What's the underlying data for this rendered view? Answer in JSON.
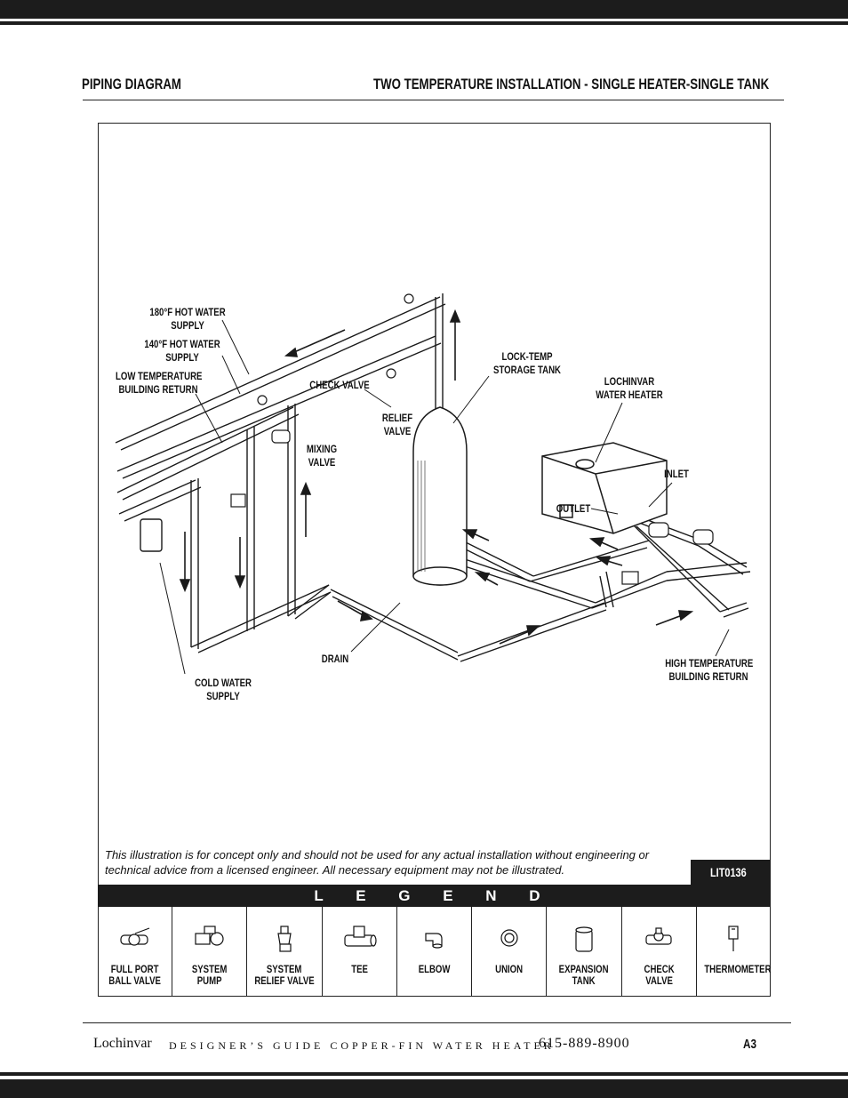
{
  "header": {
    "left_title": "PIPING DIAGRAM",
    "right_title": "TWO TEMPERATURE INSTALLATION - SINGLE HEATER-SINGLE TANK"
  },
  "diagram_labels": {
    "hot180": "180°F HOT WATER\nSUPPLY",
    "hot140": "140°F HOT WATER\nSUPPLY",
    "low_return": "LOW TEMPERATURE\nBUILDING RETURN",
    "check_valve": "CHECK VALVE",
    "mixing_valve": "MIXING\nVALVE",
    "relief_valve": "RELIEF\nVALVE",
    "storage_tank": "LOCK-TEMP\nSTORAGE TANK",
    "water_heater": "LOCHINVAR\nWATER HEATER",
    "inlet": "INLET",
    "outlet": "OUTLET",
    "drain": "DRAIN",
    "cold_supply": "COLD WATER\nSUPPLY",
    "high_return": "HIGH TEMPERATURE\nBUILDING RETURN"
  },
  "disclaimer": "This illustration is for concept only and should not be used for any actual installation without engineering or technical advice from a licensed engineer. All necessary equipment may not be illustrated.",
  "lit_code": "LIT0136",
  "legend": {
    "title": "L E G E N D",
    "items": [
      {
        "label": "FULL PORT\nBALL VALVE",
        "icon": "ball-valve-icon"
      },
      {
        "label": "SYSTEM\nPUMP",
        "icon": "pump-icon"
      },
      {
        "label": "SYSTEM\nRELIEF VALVE",
        "icon": "relief-valve-icon"
      },
      {
        "label": "TEE",
        "icon": "tee-icon"
      },
      {
        "label": "ELBOW",
        "icon": "elbow-icon"
      },
      {
        "label": "UNION",
        "icon": "union-icon"
      },
      {
        "label": "EXPANSION\nTANK",
        "icon": "expansion-tank-icon"
      },
      {
        "label": "CHECK\nVALVE",
        "icon": "check-valve-icon"
      },
      {
        "label": "THERMOMETER",
        "icon": "thermometer-icon"
      }
    ]
  },
  "footer": {
    "brand": "Lochinvar",
    "subtitle": "DESIGNER’S GUIDE COPPER-FIN WATER HEATER",
    "phone": "615-889-8900",
    "page": "A3"
  }
}
